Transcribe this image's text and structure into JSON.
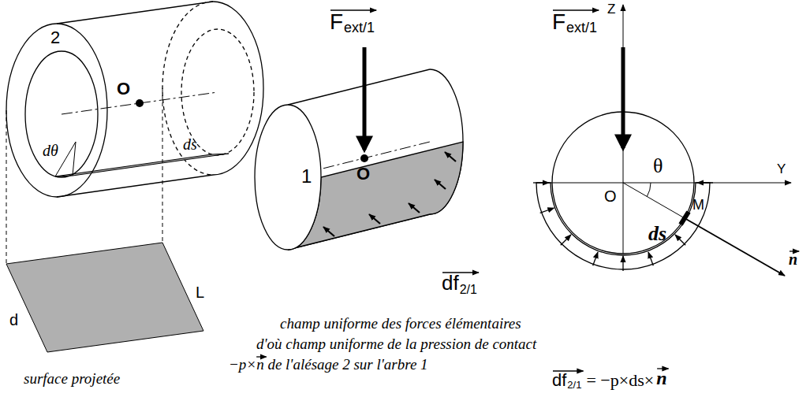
{
  "diagram": {
    "labels": [
      "2",
      "O",
      "dθ",
      "ds",
      "d",
      "L",
      "surface projetée",
      "F",
      "ext/1",
      "1",
      "O",
      "df",
      "2/1",
      "F",
      "ext/1",
      "Z",
      "θ",
      "Y",
      "O",
      "M",
      "ds",
      "n",
      "df",
      "2/1",
      "= −p×ds×",
      "n",
      "champ uniforme des forces élémentaires",
      "d'où champ uniforme de la pression de contact",
      "−p×n de l'alésage 2 sur l'arbre 1"
    ]
  }
}
